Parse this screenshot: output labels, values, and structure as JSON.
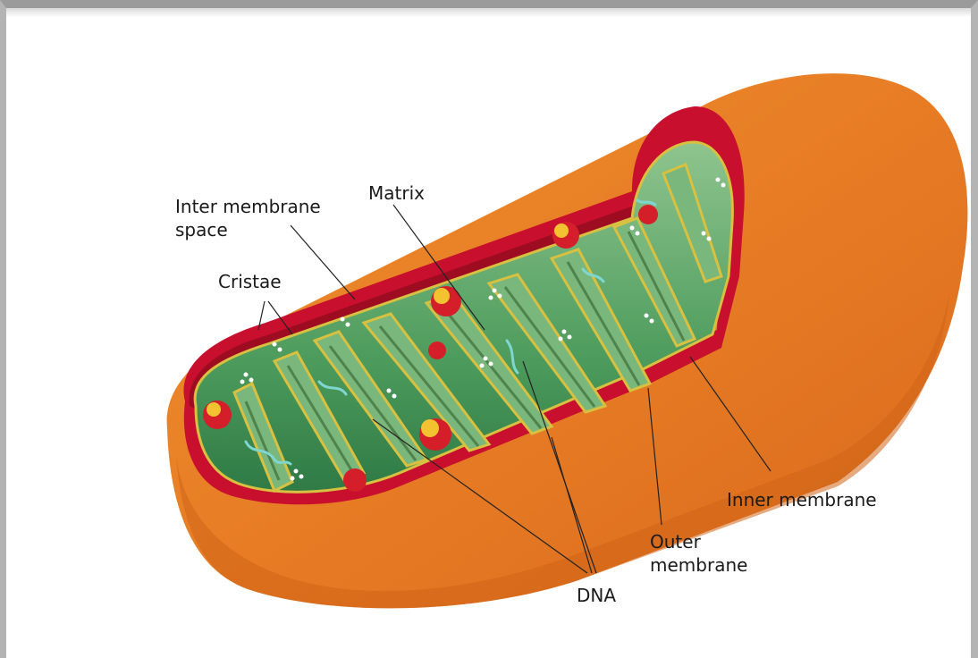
{
  "labels": {
    "inter_membrane_line1": "Inter membrane",
    "inter_membrane_line2": "space",
    "matrix": "Matrix",
    "cristae": "Cristae",
    "inner_membrane": "Inner membrane",
    "outer_membrane_line1": "Outer",
    "outer_membrane_line2": "membrane",
    "dna": "DNA"
  },
  "colors": {
    "outer_membrane": "#e8822e",
    "intermembrane_space": "#c8102e",
    "matrix": "#4a9a5a",
    "cristae_edge": "#d8c040",
    "ribosome_red": "#d41f2a",
    "granule_yellow": "#f2c230"
  }
}
